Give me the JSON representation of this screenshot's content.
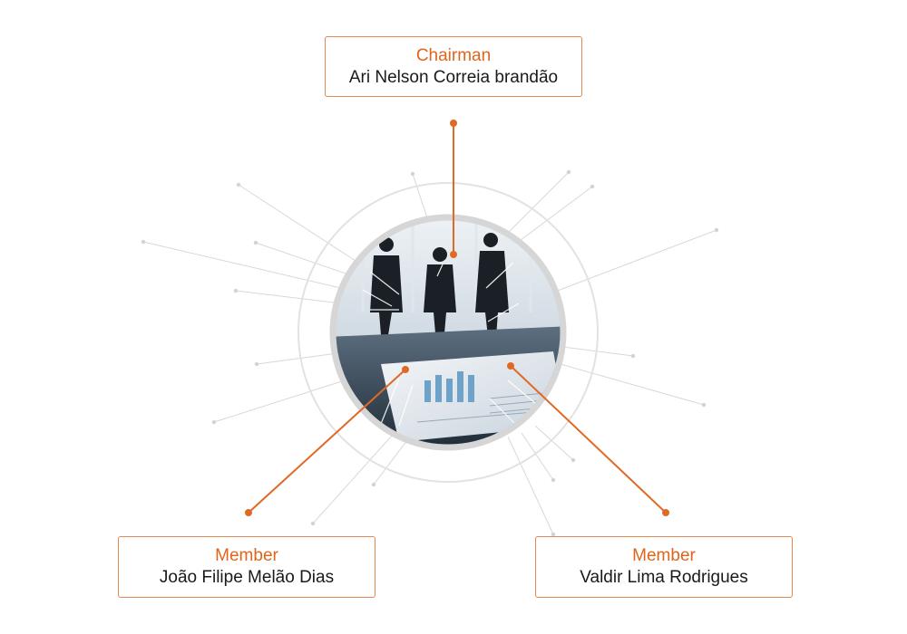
{
  "colors": {
    "accent": "#e0651b",
    "connector": "#e06a25",
    "ray": "#d8d8d8",
    "ring": "#e2e2e2",
    "frame": "#d6d6d6"
  },
  "chairman": {
    "role": "Chairman",
    "name": "Ari Nelson Correia brandão"
  },
  "members": [
    {
      "role": "Member",
      "name": "João Filipe Melão Dias"
    },
    {
      "role": "Member",
      "name": "Valdir Lima Rodrigues"
    }
  ],
  "photo_icon": "business-meeting-photo"
}
